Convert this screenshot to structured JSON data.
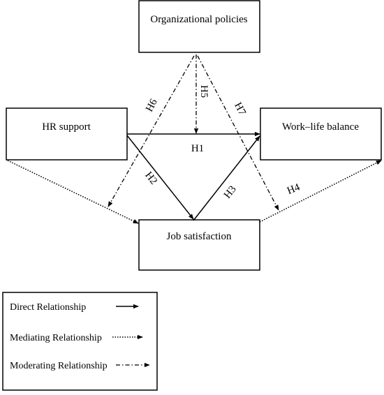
{
  "diagram": {
    "nodes": {
      "org_policies": "Organizational policies",
      "hr_support": "HR support",
      "work_life_balance": "Work–life balance",
      "job_satisfaction": "Job satisfaction"
    },
    "hypotheses": {
      "h1": "H1",
      "h2": "H2",
      "h3": "H3",
      "h4": "H4",
      "h5": "H5",
      "h6": "H6",
      "h7": "H7"
    },
    "legend": {
      "direct": "Direct Relationship",
      "mediating": "Mediating Relationship",
      "moderating": "Moderating Relationship"
    }
  }
}
